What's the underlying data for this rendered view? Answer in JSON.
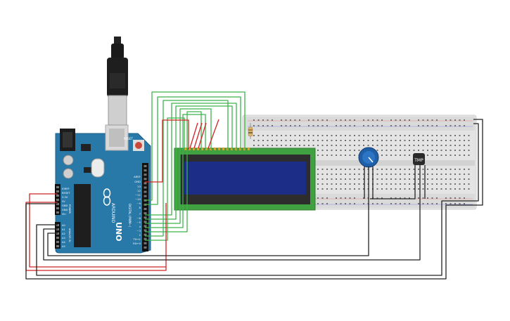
{
  "arduino": {
    "brand": "ARDUINO",
    "model": "UNO",
    "reset_label": "RESET",
    "digital_label": "DIGITAL (PWM~)",
    "power_label": "POWER",
    "analog_label": "ANALOG IN",
    "header_labels": {
      "aref": "AREF",
      "gnd": "GND",
      "d13": "13",
      "d12": "12",
      "d11": "~11",
      "d10": "~10",
      "d9": "~9",
      "d8": "8",
      "d7": "7",
      "d6": "~6",
      "d5": "~5",
      "d4": "4",
      "d3": "~3",
      "d2": "2",
      "tx": "TX→1",
      "rx": "RX←0"
    },
    "power_pins": {
      "ioref": "IOREF",
      "reset": "RESET",
      "v33": "3.3V",
      "v5": "5V",
      "gnd1": "GND",
      "gnd2": "GND",
      "vin": "Vin"
    },
    "analog_pins": {
      "a0": "A0",
      "a1": "A1",
      "a2": "A2",
      "a3": "A3",
      "a4": "A4",
      "a5": "A5"
    }
  },
  "sensor": {
    "label": "TMP"
  },
  "colors": {
    "board": "#2878a8",
    "board_dark": "#1c5f89",
    "lcd_pcb": "#3fa13f",
    "lcd_screen": "#1b2d86",
    "breadboard": "#e6e6e6",
    "wire_green": "#3cb44a",
    "wire_red": "#d02525",
    "wire_black": "#222222",
    "pot": "#1f5fa8"
  },
  "icons": [
    "usb-plug-icon",
    "reset-button-icon",
    "potentiometer-icon",
    "temperature-sensor-icon",
    "resistor-icon"
  ]
}
